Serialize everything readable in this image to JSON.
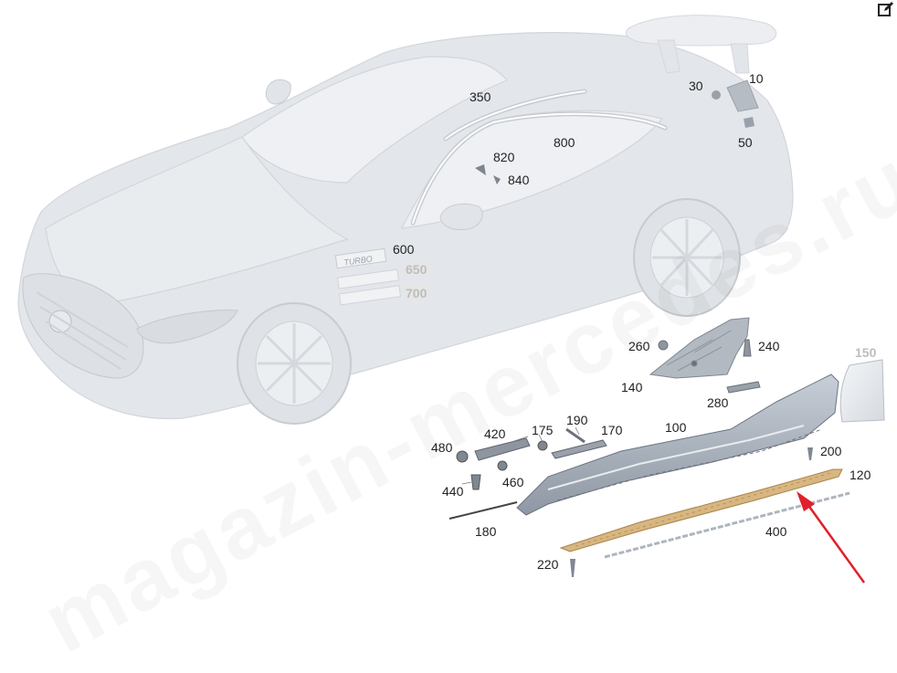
{
  "watermark": "magazin-mercedes.ru",
  "toolbar": {
    "edit_icon": "edit-icon"
  },
  "colors": {
    "arrow": "#e0212b",
    "trim": "#d3b27c",
    "sill": "#a9b1bc",
    "body": "#e3e6ea"
  },
  "labels": {
    "p10": "10",
    "p30": "30",
    "p50": "50",
    "p350": "350",
    "p800": "800",
    "p820": "820",
    "p840": "840",
    "p600": "600",
    "p650": "650",
    "p700": "700",
    "p260": "260",
    "p240": "240",
    "p140": "140",
    "p280": "280",
    "p150": "150",
    "p480": "480",
    "p420": "420",
    "p175": "175",
    "p190": "190",
    "p170": "170",
    "p100": "100",
    "p200": "200",
    "p120": "120",
    "p440": "440",
    "p460": "460",
    "p180": "180",
    "p400": "400",
    "p220": "220"
  }
}
